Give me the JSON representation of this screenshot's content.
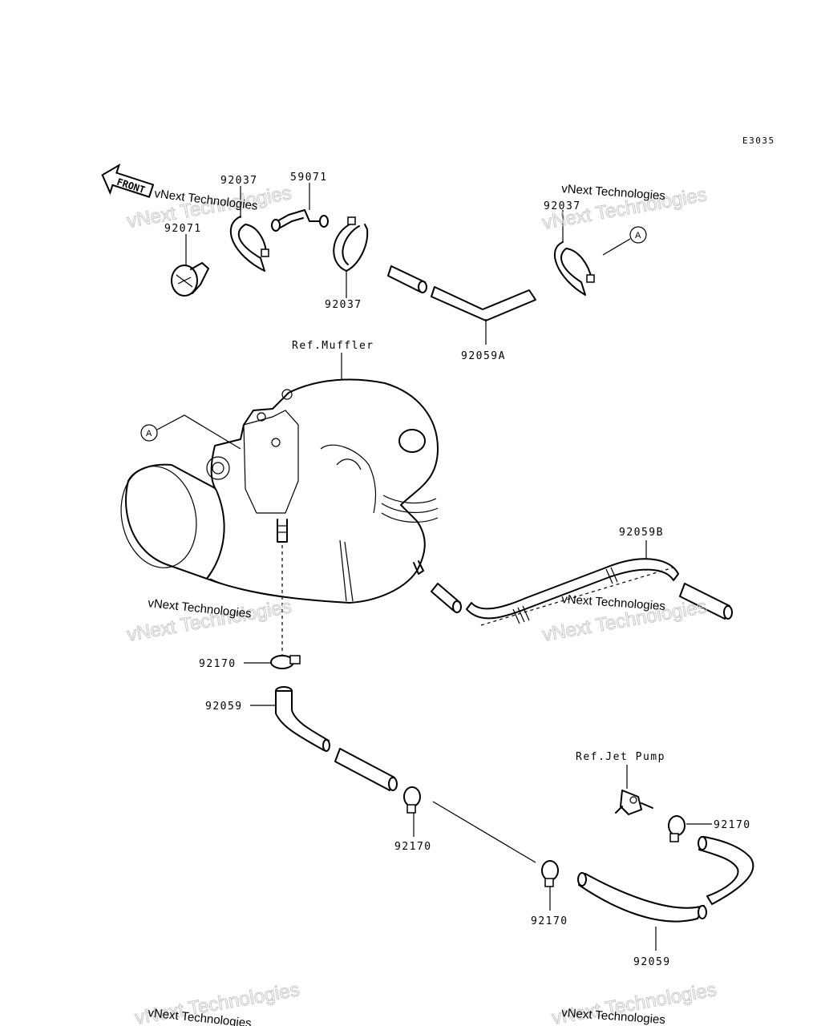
{
  "diagram_code": "E3035",
  "front_label": "FRONT",
  "ref_muffler": "Ref.Muffler",
  "ref_jet_pump": "Ref.Jet Pump",
  "ref_marker": "A",
  "parts": {
    "p92037_a": "92037",
    "p59071": "59071",
    "p92071": "92071",
    "p92037_b": "92037",
    "p92037_c": "92037",
    "p92059a": "92059A",
    "p92059b": "92059B",
    "p92170_a": "92170",
    "p92059_a": "92059",
    "p92170_b": "92170",
    "p92170_c": "92170",
    "p92170_d": "92170",
    "p92059_b": "92059"
  },
  "watermark": {
    "line1": "vNext Technologies",
    "big": "vNext Technologies"
  }
}
